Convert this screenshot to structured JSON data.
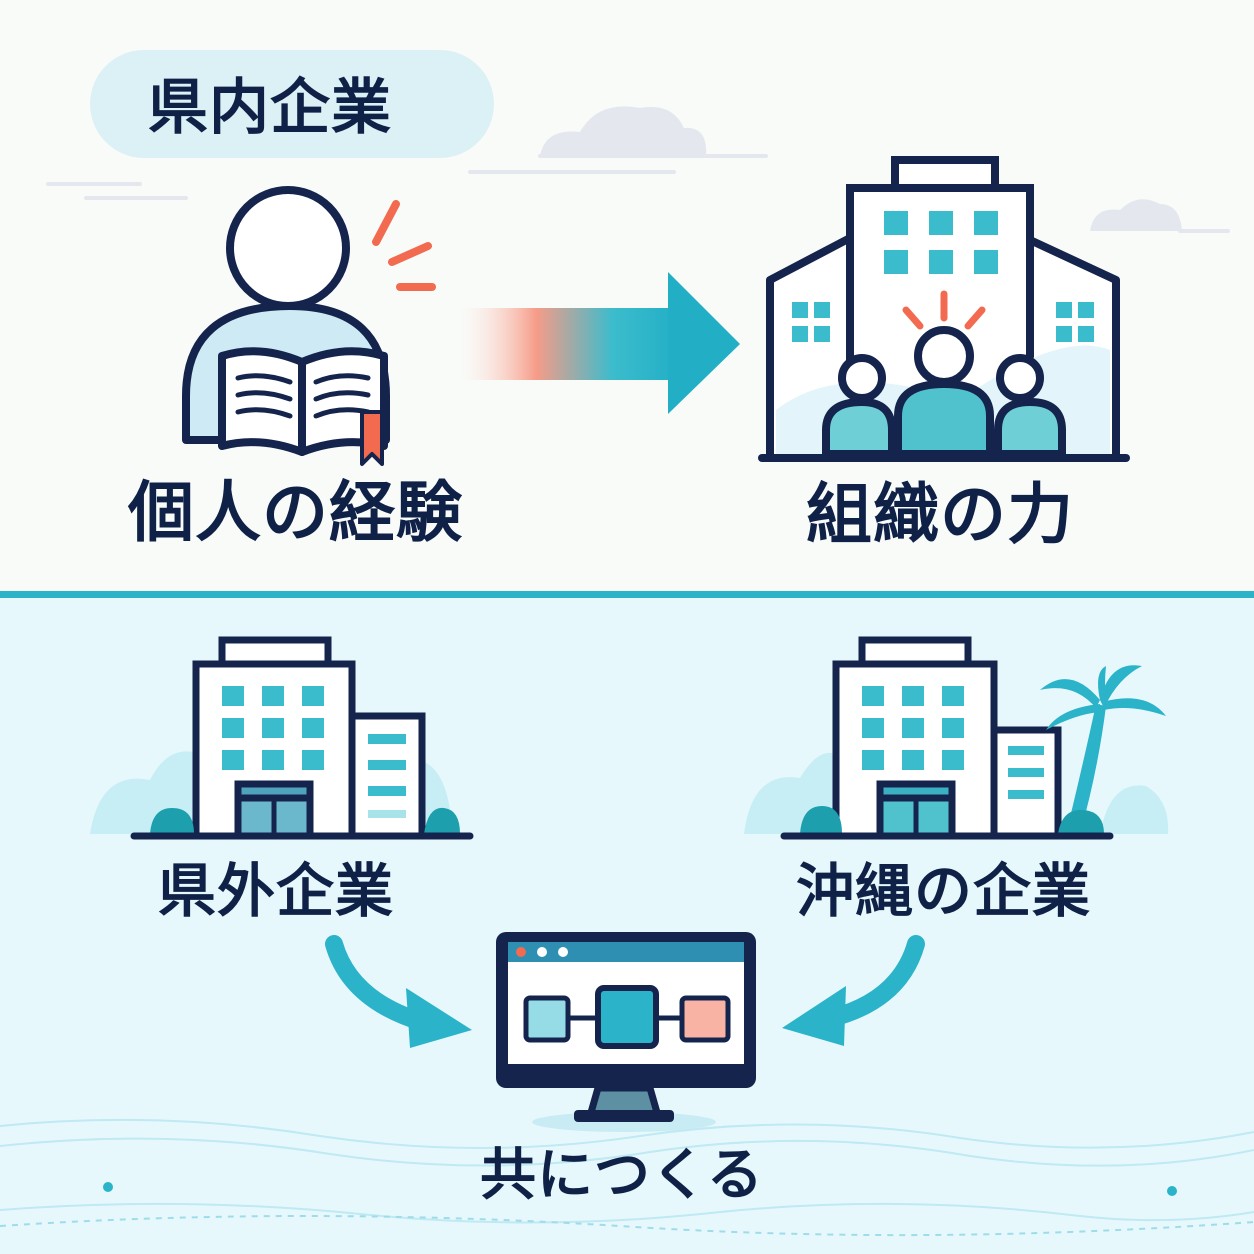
{
  "labels": {
    "top_badge": "県内企業",
    "personal_experience": "個人の経験",
    "organizational_power": "組織の力",
    "outside_companies": "県外企業",
    "okinawa_companies": "沖縄の企業",
    "co_create": "共につくる"
  },
  "colors": {
    "navy": "#14244d",
    "teal": "#2bb3c9",
    "teal_light": "#8fdde8",
    "coral": "#f26b50",
    "panel_top": "#f9fbf9",
    "panel_bottom": "#e6f8fc",
    "badge": "#dcf1f6"
  },
  "icons": [
    "person-reading-icon",
    "book-icon",
    "bookmark-icon",
    "gradient-arrow-icon",
    "office-building-icon",
    "team-icon",
    "building-icon",
    "palm-tree-icon",
    "monitor-icon",
    "curved-arrow-icon",
    "cloud-icon"
  ]
}
